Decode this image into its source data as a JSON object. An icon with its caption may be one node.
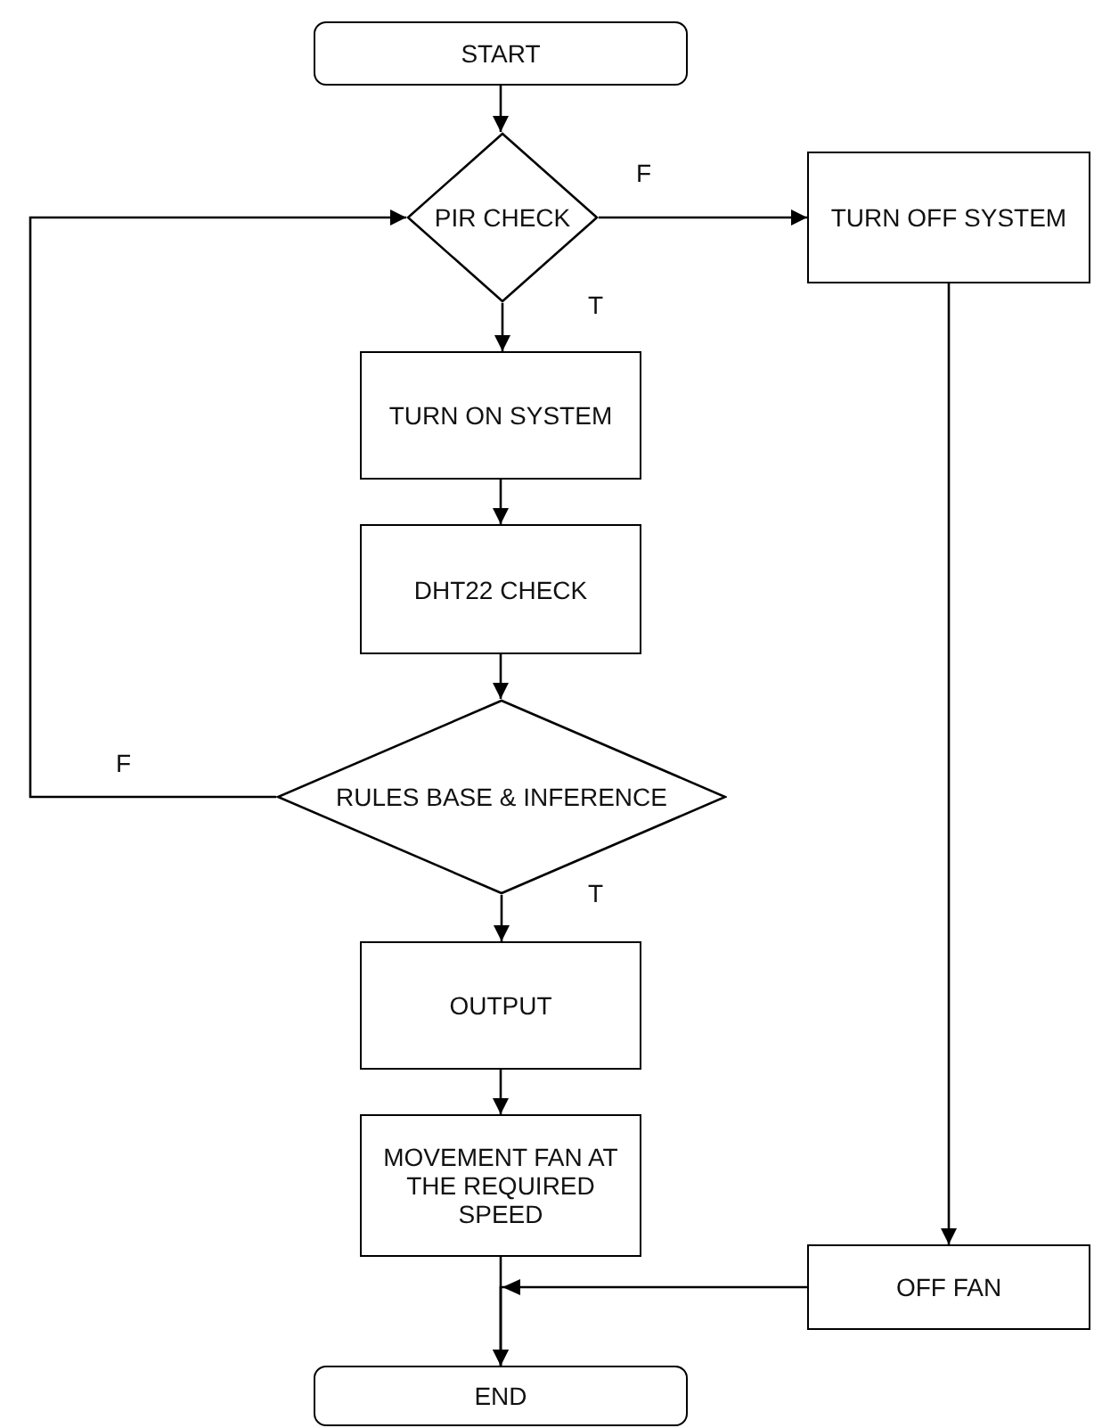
{
  "diagram": {
    "nodes": [
      {
        "text": [
          "START"
        ]
      },
      {
        "text": [
          "PIR CHECK"
        ]
      },
      {
        "text": [
          "TURN OFF SYSTEM"
        ]
      },
      {
        "text": [
          "TURN ON SYSTEM"
        ]
      },
      {
        "text": [
          "DHT22 CHECK"
        ]
      },
      {
        "text": [
          "RULES BASE & INFERENCE"
        ]
      },
      {
        "text": [
          "OUTPUT"
        ]
      },
      {
        "text": [
          "MOVEMENT FAN AT THE REQUIRED SPEED"
        ]
      },
      {
        "text": [
          "OFF FAN"
        ]
      },
      {
        "text": [
          "END"
        ]
      }
    ],
    "edges": [
      {
        "from": 0,
        "to": 1,
        "arrow": "to"
      },
      {
        "from": 1,
        "to": 2,
        "arrow": "to",
        "label": "F"
      },
      {
        "from": 1,
        "to": 3,
        "arrow": "to",
        "label": "T"
      },
      {
        "from": 3,
        "to": 4,
        "arrow": "to"
      },
      {
        "from": 4,
        "to": 5,
        "arrow": "to"
      },
      {
        "from": 5,
        "to": 1,
        "arrow": "to",
        "label": "F"
      },
      {
        "from": 5,
        "to": 6,
        "arrow": "to",
        "label": "T"
      },
      {
        "from": 6,
        "to": 7,
        "arrow": "to"
      },
      {
        "from": 2,
        "to": 8,
        "arrow": "to"
      },
      {
        "from": 7,
        "to": 9,
        "arrow": "to"
      },
      {
        "from": 8,
        "to": 9,
        "arrow": "to"
      }
    ]
  }
}
